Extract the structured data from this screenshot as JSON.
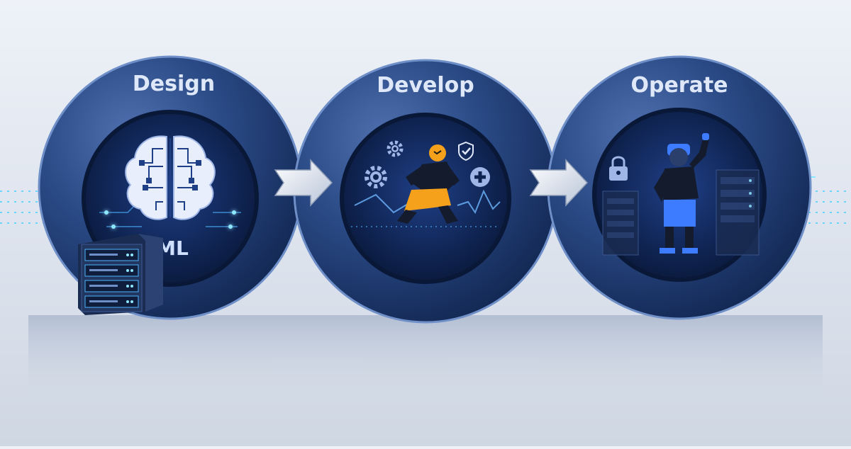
{
  "stages": [
    {
      "label": "Design"
    },
    {
      "label": "Develop"
    },
    {
      "label": "Operate"
    }
  ],
  "inner_label": "ML",
  "icons": {
    "design": [
      "brain-circuit-icon",
      "server-rack-icon"
    ],
    "develop": [
      "gear-icon",
      "shield-check-icon",
      "plus-badge-icon",
      "developer-figure-icon"
    ],
    "operate": [
      "lock-icon",
      "operator-figure-icon",
      "server-rack-icon"
    ]
  },
  "colors": {
    "ring": "#2a4a86",
    "ring_edge": "#6f8fc8",
    "inner": "#0f2350",
    "accent_glow": "#4fb3ff",
    "dev_accent": "#f5a11c",
    "ops_accent": "#3d7bff",
    "arrow": "#dfe6f2"
  }
}
